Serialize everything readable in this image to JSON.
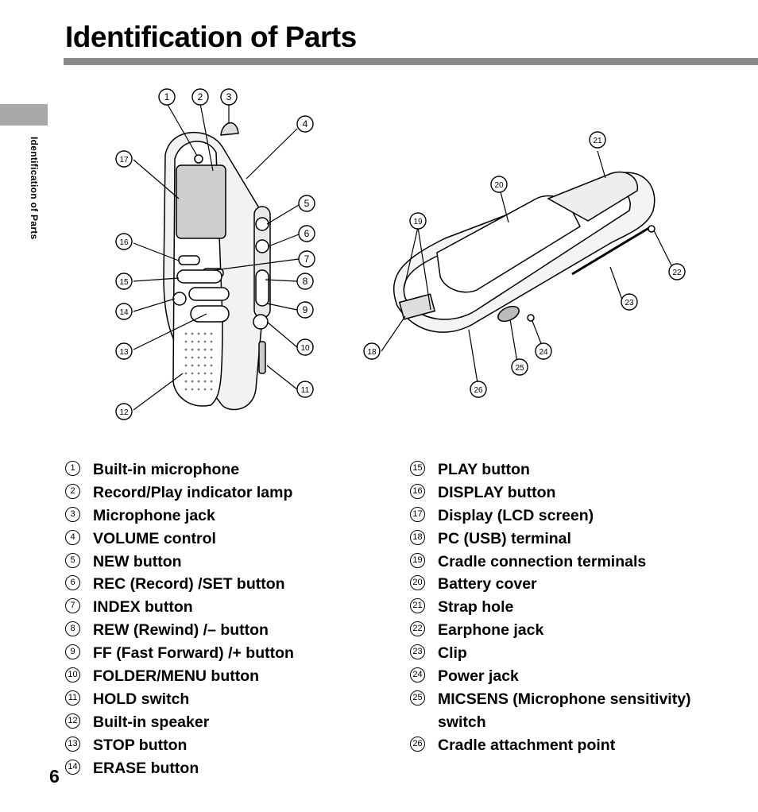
{
  "header": {
    "title": "Identification of Parts"
  },
  "side_tab": {
    "label": "Identification of Parts"
  },
  "page_number": "6",
  "parts_left": [
    {
      "num": "1",
      "label": "Built-in microphone"
    },
    {
      "num": "2",
      "label": "Record/Play indicator lamp"
    },
    {
      "num": "3",
      "label": "Microphone jack"
    },
    {
      "num": "4",
      "label": "VOLUME control"
    },
    {
      "num": "5",
      "label": "NEW button"
    },
    {
      "num": "6",
      "label": "REC (Record) /SET button"
    },
    {
      "num": "7",
      "label": "INDEX button"
    },
    {
      "num": "8",
      "label": "REW (Rewind) /– button"
    },
    {
      "num": "9",
      "label": "FF (Fast Forward) /+ button"
    },
    {
      "num": "10",
      "label": "FOLDER/MENU button"
    },
    {
      "num": "11",
      "label": "HOLD switch"
    },
    {
      "num": "12",
      "label": "Built-in speaker"
    },
    {
      "num": "13",
      "label": "STOP button"
    },
    {
      "num": "14",
      "label": "ERASE button"
    }
  ],
  "parts_right": [
    {
      "num": "15",
      "label": "PLAY button"
    },
    {
      "num": "16",
      "label": "DISPLAY button"
    },
    {
      "num": "17",
      "label": "Display (LCD screen)"
    },
    {
      "num": "18",
      "label": "PC (USB) terminal"
    },
    {
      "num": "19",
      "label": "Cradle connection terminals"
    },
    {
      "num": "20",
      "label": "Battery cover"
    },
    {
      "num": "21",
      "label": "Strap hole"
    },
    {
      "num": "22",
      "label": "Earphone jack"
    },
    {
      "num": "23",
      "label": "Clip"
    },
    {
      "num": "24",
      "label": "Power jack"
    },
    {
      "num": "25",
      "label": "MICSENS (Microphone sensitivity) switch"
    },
    {
      "num": "26",
      "label": "Cradle attachment point"
    }
  ],
  "figure_callouts": [
    "1",
    "2",
    "3",
    "4",
    "5",
    "6",
    "7",
    "8",
    "9",
    "10",
    "11",
    "12",
    "13",
    "14",
    "15",
    "16",
    "17",
    "18",
    "19",
    "20",
    "21",
    "22",
    "23",
    "24",
    "25",
    "26"
  ]
}
